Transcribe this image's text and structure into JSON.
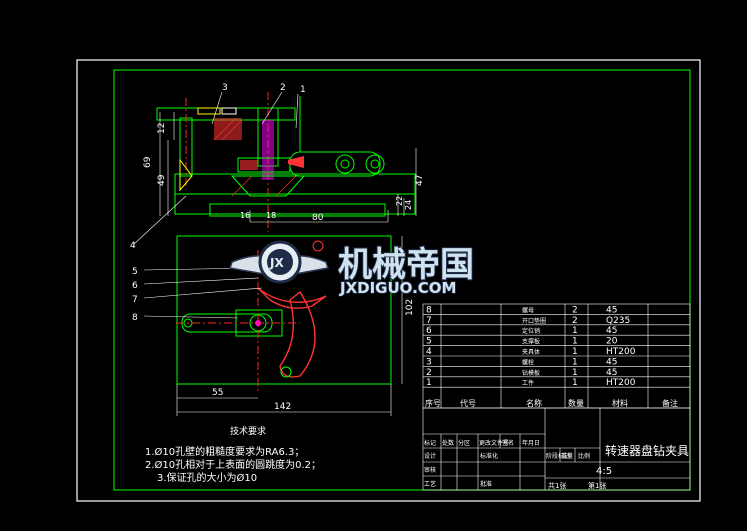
{
  "drawing": {
    "balloons": [
      "1",
      "2",
      "3",
      "4",
      "5",
      "6",
      "7",
      "8"
    ],
    "dimensions": {
      "d80": "80",
      "d69": "69",
      "d49": "49",
      "d12": "12",
      "d47": "47",
      "d22": "22",
      "d24": "24",
      "d18": "18",
      "d16": "16",
      "d55": "55",
      "d142": "142",
      "d102": "102"
    },
    "tech_requirements": {
      "title": "技术要求",
      "lines": [
        "1.Ø10孔壁的粗糙度要求为RA6.3；",
        "2.Ø10孔相对于上表面的圆跳度为0.2；",
        "3.保证孔的大小为Ø10"
      ]
    },
    "bom": {
      "rows": [
        {
          "no": "8",
          "name": "螺母",
          "qty": "2",
          "mat": "45",
          "note": ""
        },
        {
          "no": "7",
          "name": "开口垫圈",
          "qty": "2",
          "mat": "Q235",
          "note": ""
        },
        {
          "no": "6",
          "name": "定位销",
          "qty": "1",
          "mat": "45",
          "note": ""
        },
        {
          "no": "5",
          "name": "支撑板",
          "qty": "1",
          "mat": "20",
          "note": ""
        },
        {
          "no": "4",
          "name": "夹具体",
          "qty": "1",
          "mat": "HT200",
          "note": ""
        },
        {
          "no": "3",
          "name": "螺栓",
          "qty": "1",
          "mat": "45",
          "note": ""
        },
        {
          "no": "2",
          "name": "钻模板",
          "qty": "1",
          "mat": "45",
          "note": ""
        },
        {
          "no": "1",
          "name": "工件",
          "qty": "1",
          "mat": "HT200",
          "note": ""
        }
      ],
      "header": {
        "no": "序号",
        "code": "代号",
        "name": "名称",
        "qty": "数量",
        "mat": "材料",
        "note": "备注"
      }
    },
    "title_block": {
      "title": "转速器盘钻夹具",
      "scale": "4:5",
      "sheet_total": "共1张",
      "sheet_no": "第1张",
      "labels": {
        "mark": "标记",
        "count": "处数",
        "zone": "分区",
        "change_doc": "更改文件号",
        "sign": "签名",
        "date": "年月日",
        "design": "设计",
        "std": "标准化",
        "check": "审核",
        "process": "工艺",
        "approve": "批准",
        "stage": "阶段标记",
        "weight": "重量",
        "ratio": "比例"
      }
    },
    "watermark": {
      "cn": "机械帝国",
      "en": "JXDIGUO.COM",
      "logo": "JX"
    },
    "colors": {
      "bg": "#000000",
      "frame": "#ffffff",
      "line": "#00ff00",
      "part": "#00ff00",
      "hatch": "#ff3333",
      "center": "#ff2222",
      "dim": "#ffffff",
      "text": "#ffffff",
      "yellow": "#ffff00",
      "magenta": "#ff00ff",
      "cyan": "#00ffff"
    }
  }
}
